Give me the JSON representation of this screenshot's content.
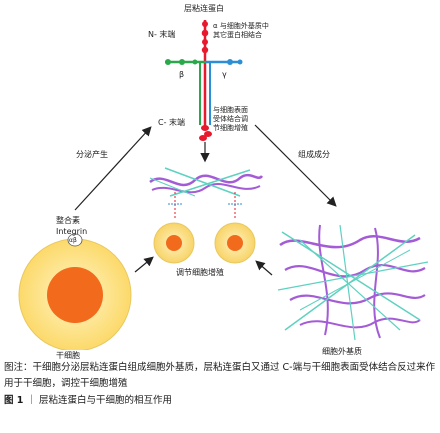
{
  "laminin": {
    "title": "层粘连蛋白",
    "n_terminal": "N- 末端",
    "alpha_note": "α 与细胞外基质中\n其它蛋白相结合",
    "beta": "β",
    "gamma": "γ",
    "c_terminal": "C- 末端",
    "c_terminal_note": "与细胞表面\n受体结合调\n节细胞增殖"
  },
  "labels": {
    "secretion": "分泌产生",
    "composition": "组成成分",
    "integrin_cn": "整合素",
    "integrin_en": "Integrin",
    "alpha_beta": "αβ",
    "stem_cell": "干细胞",
    "regulate_proliferation": "调节细胞增殖",
    "ecm": "细胞外基质"
  },
  "caption": {
    "note": "图注：干细胞分泌层粘连蛋白组成细胞外基质，层粘连蛋白又通过 C-端与干细胞表面受体结合反过来作用于干细胞，调控干细胞增殖",
    "figure_no": "图 1",
    "figure_title": "层粘连蛋白与干细胞的相互作用"
  },
  "colors": {
    "alpha_chain": "#e8192c",
    "beta_chain": "#2aa84a",
    "gamma_chain": "#2c8fd6",
    "stem_outer": "#fde7a0",
    "stem_nucleus": "#f26a1b",
    "ecm_purple": "#a35bd6",
    "ecm_teal": "#5fd1c0"
  }
}
